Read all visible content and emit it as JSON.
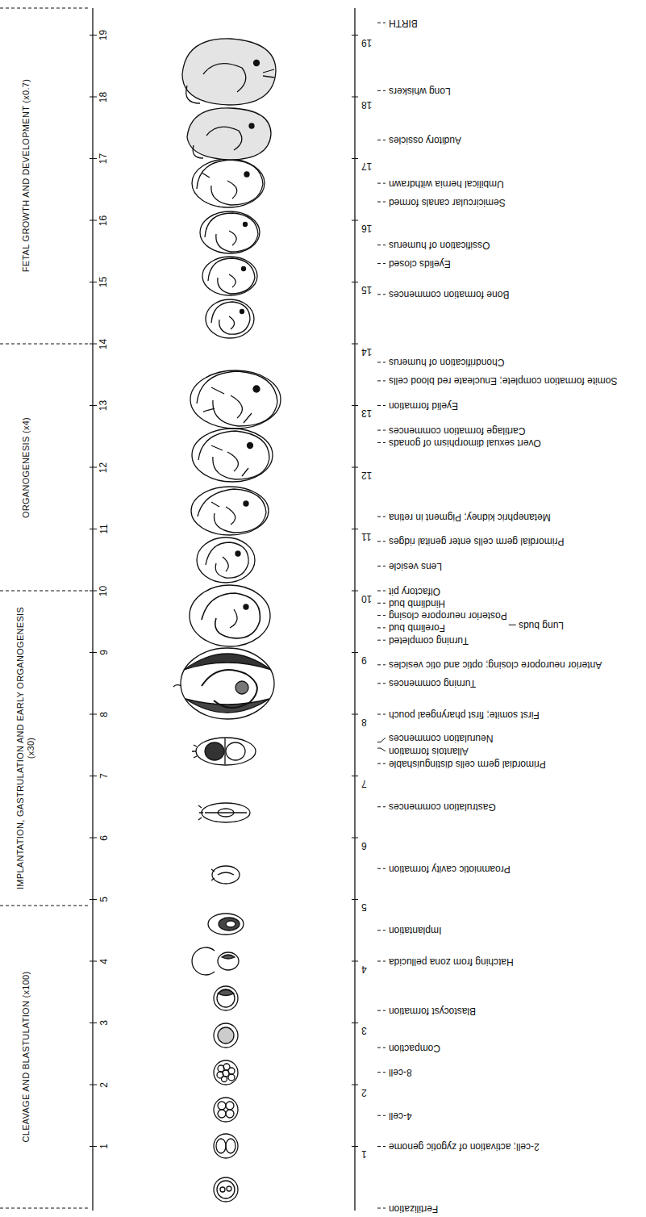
{
  "diagram": {
    "labels": [
      "CLEAVAGE AND BLASTULATION (x100)",
      "IMPLANTATION, GASTRULATION AND EARLY ORGANOGENESIS (x30)",
      "ORGANOGENESIS (x4)",
      "FETAL GROWTH AND DEVELOPMENT (x0.7)",
      "1",
      "2",
      "3",
      "4",
      "5",
      "6",
      "7",
      "8",
      "9",
      "10",
      "11",
      "12",
      "13",
      "14",
      "15",
      "16",
      "17",
      "18",
      "19",
      "1",
      "2",
      "3",
      "4",
      "5",
      "6",
      "7",
      "8",
      "9",
      "10",
      "11",
      "12",
      "13",
      "14",
      "15",
      "16",
      "17",
      "18",
      "19",
      "Fertilization",
      "2-cell; activation of zygotic genome",
      "4-cell",
      "8-cell",
      "Compaction",
      "Blastocyst formation",
      "Hatching from zona pellucida",
      "Implantation",
      "Proamniotic cavity formation",
      "Gastrulation commences",
      "Primordial germ cells distinguishable",
      "Allantois formation",
      "Neurulation commences",
      "First somite; first pharyngeal pouch",
      "Turning commences",
      "Anterior neuropore closing; optic and otic vesicles",
      "Turning completed",
      "Forelimb bud",
      "Lung buds",
      "Posterior neuropore closing",
      "Hindlimb bud",
      "Olfactory pit",
      "Lens vesicle",
      "Primordial germ cells enter genital ridges",
      "Metanephric kidney; Pigment in retina",
      "Overt sexual dimorphism of gonads",
      "Cartilage formation commences",
      "Eyelid formation",
      "Somite formation complete; Enucleate red blood cells",
      "Chondrification of humerus",
      "Bone formation commences",
      "Eyelids closed",
      "Ossification of humerus",
      "Semicircular canals formed",
      "Umbilical hernia withdrawn",
      "Auditory ossicles",
      "Long whiskers",
      "BIRTH"
    ]
  }
}
